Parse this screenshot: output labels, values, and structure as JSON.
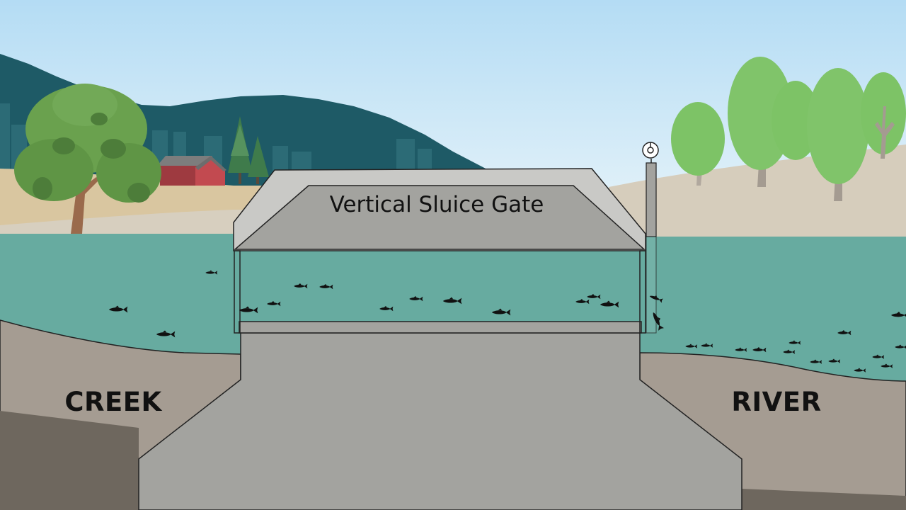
{
  "diagram": {
    "title": "Vertical Sluice Gate",
    "labels": {
      "left": "CREEK",
      "right": "RIVER"
    }
  },
  "colors": {
    "sky_top": "#b4dcf4",
    "sky_bottom": "#e6f3f9",
    "mountain": "#1e5a66",
    "water": "#67aba0",
    "structure": "#a3a39f",
    "roof": "#c9c9c6",
    "ground": "#a59c92",
    "deep_ground": "#6e675e",
    "hillside": "#d6cdbc",
    "barn": "#c24a50"
  },
  "icons": [
    "fish-icon",
    "pulley-icon",
    "tree-icon",
    "barn-icon"
  ]
}
